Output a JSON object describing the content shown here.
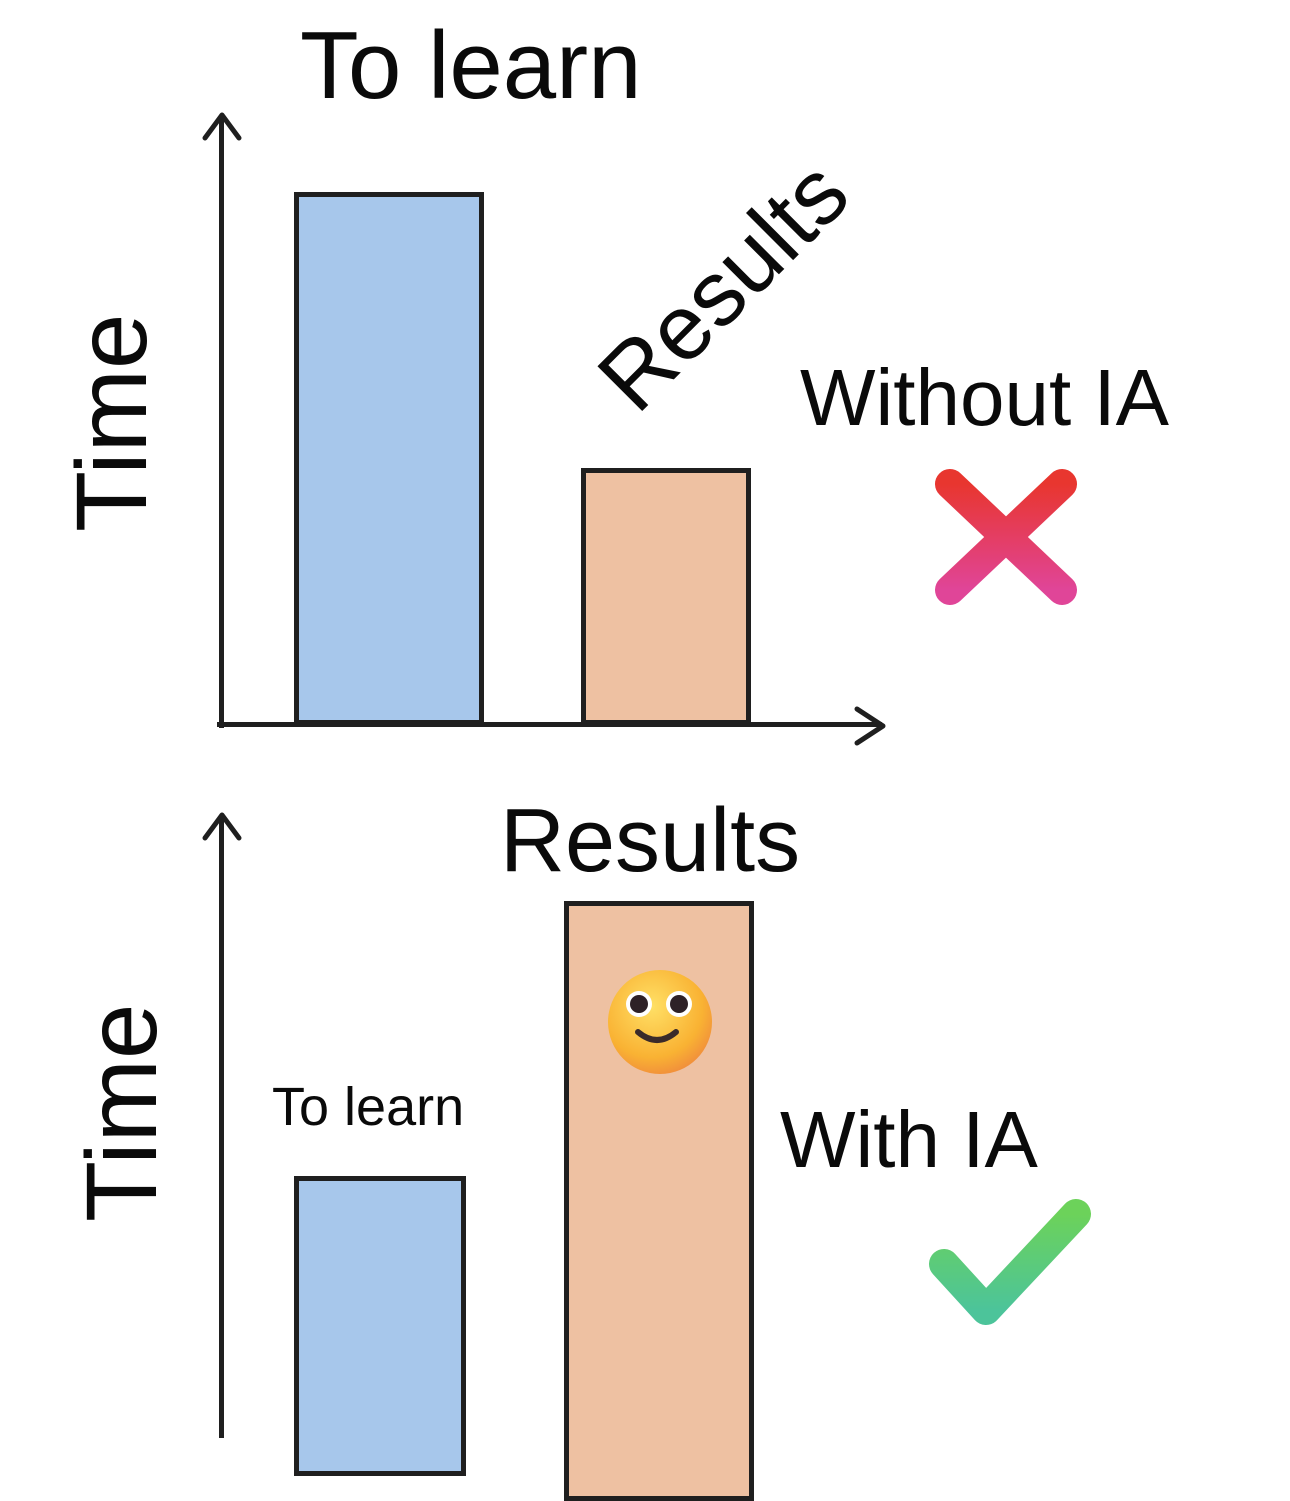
{
  "chart_data": [
    {
      "type": "bar",
      "title": "Without IA",
      "ylabel": "Time",
      "xlabel": "",
      "categories": [
        "To learn",
        "Results"
      ],
      "values": [
        100,
        48
      ],
      "value_unit": "relative bar height (% of tallest)",
      "colors": [
        "#a7c7eb",
        "#eec1a2"
      ],
      "annotations": [
        "To learn",
        "Results",
        "Without IA",
        "red cross mark"
      ],
      "grid": false,
      "legend": "none"
    },
    {
      "type": "bar",
      "title": "With IA",
      "ylabel": "Time",
      "xlabel": "",
      "categories": [
        "To learn",
        "Results"
      ],
      "values": [
        48,
        100
      ],
      "value_unit": "relative bar height (% of tallest, bars extend past image bottom)",
      "colors": [
        "#a7c7eb",
        "#eec1a2"
      ],
      "annotations": [
        "To learn",
        "Results",
        "With IA",
        "green check mark",
        "smiling face emoji"
      ],
      "grid": false,
      "legend": "none"
    }
  ],
  "top_chart": {
    "ylabel": "Time",
    "bar1_label": "To learn",
    "bar2_label": "Results",
    "caption": "Without IA",
    "status_icon": "cross-mark"
  },
  "bottom_chart": {
    "ylabel": "Time",
    "bar1_label": "To learn",
    "bar2_label": "Results",
    "caption": "With IA",
    "status_icon": "check-mark",
    "bar_emoji": "smiling-face"
  },
  "colors": {
    "learn_bar": "#a7c7eb",
    "results_bar": "#eec1a2",
    "axis": "#1f1f1f",
    "cross": "#e2404f",
    "check": "#5fc96a"
  }
}
